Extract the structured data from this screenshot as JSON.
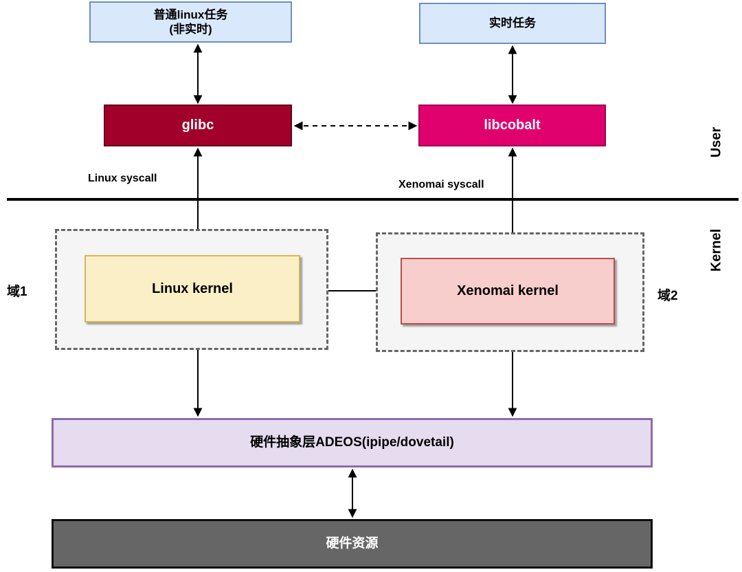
{
  "nodes": {
    "normal_task": {
      "line1": "普通linux任务",
      "line2": "(非实时)"
    },
    "realtime_task": {
      "label": "实时任务"
    },
    "glibc": {
      "label": "glibc"
    },
    "libcobalt": {
      "label": "libcobalt"
    },
    "linux_kernel": {
      "label": "Linux kernel"
    },
    "xenomai_kernel": {
      "label": "Xenomai kernel"
    },
    "adeos": {
      "label": "硬件抽象层ADEOS(ipipe/dovetail)"
    },
    "hardware": {
      "label": "硬件资源"
    }
  },
  "labels": {
    "linux_syscall": "Linux syscall",
    "xenomai_syscall": "Xenomai syscall",
    "user_space": "User",
    "kernel_space": "Kernel",
    "domain1": "域1",
    "domain2": "域2"
  },
  "colors": {
    "task_fill": "#DAE8FC",
    "task_border": "#6C8EBF",
    "glibc_fill": "#A1002B",
    "libcobalt_fill": "#E0006E",
    "linux_kernel_fill": "#FBEFC8",
    "linux_kernel_border": "#D6B656",
    "xenomai_kernel_fill": "#F8CECC",
    "xenomai_kernel_border": "#C04A48",
    "domain_fill": "#F5F5F5",
    "domain_border": "#666666",
    "adeos_fill": "#E6DCEF",
    "adeos_border": "#8E6BA8",
    "hardware_fill": "#666666",
    "connector": "#000000"
  }
}
